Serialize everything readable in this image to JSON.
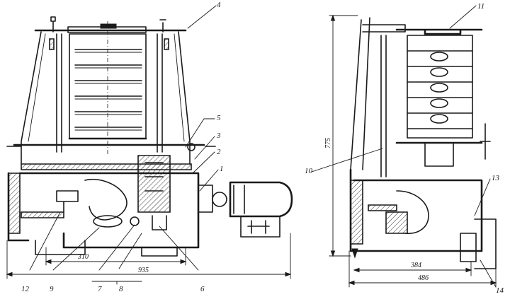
{
  "labels": {
    "left": [
      "4",
      "5",
      "3",
      "2",
      "1",
      "12",
      "9",
      "7",
      "8",
      "6"
    ],
    "right": [
      "11",
      "10",
      "13",
      "14"
    ]
  },
  "dimensions": {
    "left_inner": "310",
    "left_overall": "935",
    "right_inner": "384",
    "right_overall": "486",
    "right_height": "775"
  }
}
